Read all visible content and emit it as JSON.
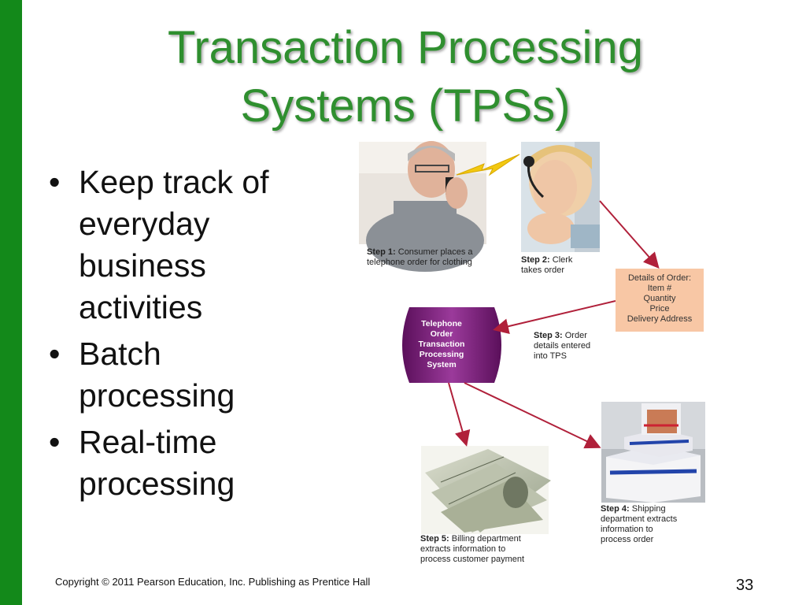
{
  "slide": {
    "title_line1": "Transaction Processing",
    "title_line2": "Systems (TPSs)",
    "bullets": [
      "Keep track of everyday business activities",
      "Batch processing",
      "Real-time processing"
    ],
    "footer": "Copyright © 2011 Pearson Education, Inc. Publishing as Prentice Hall",
    "page_number": "33"
  },
  "figure": {
    "step1_bold": "Step 1:",
    "step1_line1": "Consumer places a",
    "step1_line2": "telephone order for clothing",
    "step2_bold": "Step 2:",
    "step2_line1": "Clerk",
    "step2_line2": "takes order",
    "details_lines": [
      "Details of Order:",
      "Item #",
      "Quantity",
      "Price",
      "Delivery Address"
    ],
    "tps_lines": [
      "Telephone",
      "Order",
      "Transaction",
      "Processing",
      "System"
    ],
    "step3_bold": "Step 3:",
    "step3_line1": "Order",
    "step3_line2": "details entered",
    "step3_line3": "into TPS",
    "step4_bold": "Step 4:",
    "step4_line1": "Shipping",
    "step4_line2": "department extracts",
    "step4_line3": "information to",
    "step4_line4": "process order",
    "step5_bold": "Step 5:",
    "step5_line1": "Billing department",
    "step5_line2": "extracts information to",
    "step5_line3": "process customer payment"
  },
  "colors": {
    "bar_green": "#13891a",
    "title_green": "#2f8f2f",
    "arrow_red": "#b0203a",
    "tps_purple": "#7a1f7a",
    "details_bg": "#f8c7a5",
    "lightning": "#f2c811"
  },
  "icons": [
    "photo-man-on-phone",
    "photo-clerk-headset",
    "lightning-bolt-icon",
    "photo-money",
    "photo-boxes"
  ]
}
